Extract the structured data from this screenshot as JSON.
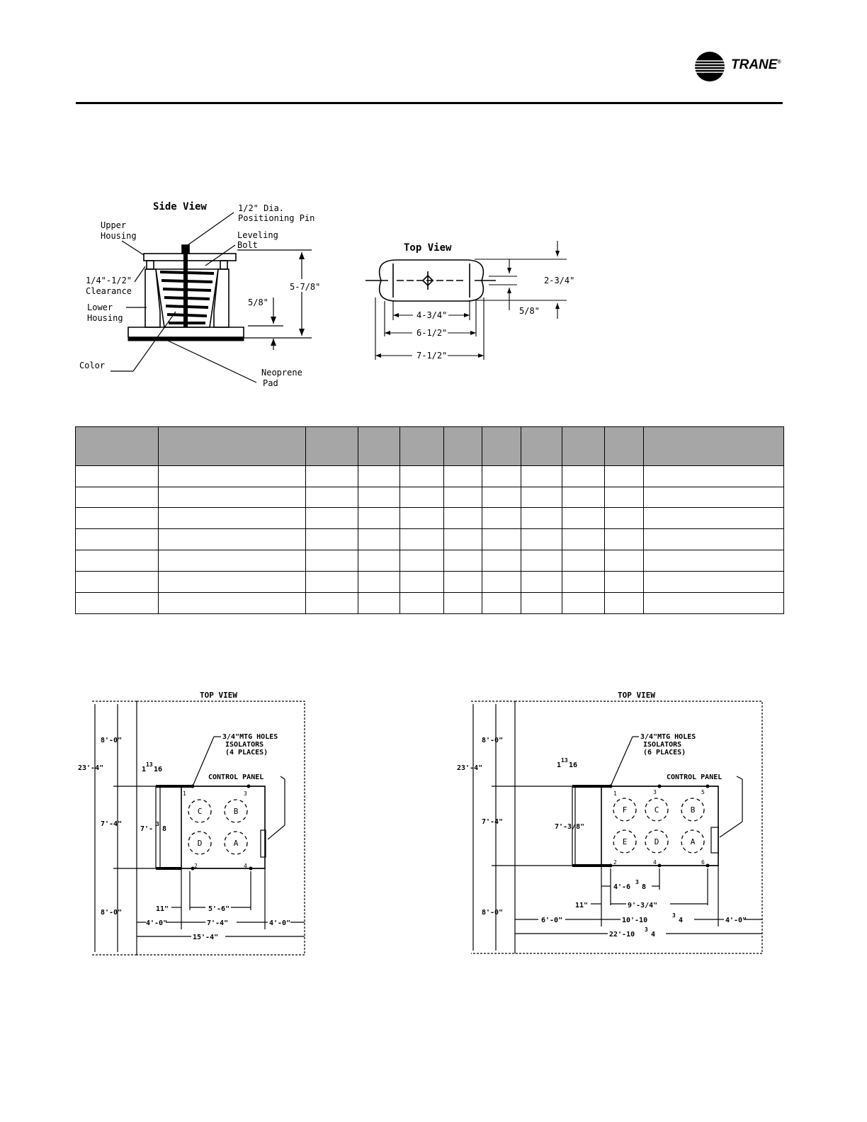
{
  "header": {
    "brand": "TRANE",
    "trademark": "®"
  },
  "isolator": {
    "side_view": {
      "title": "Side View",
      "labels": {
        "pin_1": "1/2\" Dia.",
        "pin_2": "Positioning Pin",
        "leveling_1": "Leveling",
        "leveling_2": "Bolt",
        "upper_1": "Upper",
        "upper_2": "Housing",
        "clearance_1": "1/4\"-1/2\"",
        "clearance_2": "Clearance",
        "lower_1": "Lower",
        "lower_2": "Housing",
        "color": "Color",
        "pad_1": "Neoprene",
        "pad_2": "Pad",
        "dim_height": "5-7/8\"",
        "dim_base": "5/8\""
      }
    },
    "top_view": {
      "title": "Top View",
      "dims": {
        "width_inner": "4-3/4\"",
        "width_mid": "6-1/2\"",
        "width_outer": "7-1/2\"",
        "depth": "2-3/4\"",
        "slot": "5/8\""
      }
    }
  },
  "table": {
    "columns": 11,
    "body_rows": 7
  },
  "layout_4": {
    "title": "TOP VIEW",
    "holes_1": "3/4\"MTG HOLES",
    "holes_2": "ISOLATORS",
    "holes_3": "(4 PLACES)",
    "control_panel": "CONTROL PANEL",
    "compressors": [
      "C",
      "B",
      "D",
      "A"
    ],
    "points": [
      "1",
      "2",
      "3",
      "4"
    ],
    "dims": {
      "total_h": "23'-4\"",
      "top": "8'-0\"",
      "mid": "7'-4\"",
      "bottom": "8'-0\"",
      "offset_w": "1",
      "offset_num": "13",
      "offset_den": "16",
      "hole_span_a": "7'-",
      "hole_span_num": "3",
      "hole_span_den": "8",
      "eleven": "11\"",
      "span_56": "5'-6\"",
      "left": "4'-0\"",
      "unit": "7'-4\"",
      "right": "4'-0\"",
      "overall": "15'-4\""
    }
  },
  "layout_6": {
    "title": "TOP VIEW",
    "holes_1": "3/4\"MTG HOLES",
    "holes_2": "ISOLATORS",
    "holes_3": "(6 PLACES)",
    "control_panel": "CONTROL PANEL",
    "compressors": [
      "F",
      "C",
      "B",
      "E",
      "D",
      "A"
    ],
    "points": [
      "1",
      "3",
      "5",
      "2",
      "4",
      "6"
    ],
    "dims": {
      "total_h": "23'-4\"",
      "top": "8'-0\"",
      "mid": "7'-4\"",
      "bottom": "8'-0\"",
      "offset_w": "1",
      "offset_num": "13",
      "offset_den": "16",
      "hole_span": "7'-3/8\"",
      "span_4": "4'-6",
      "span_4_num": "3",
      "span_4_den": "8",
      "eleven": "11\"",
      "span_9": "9'-3/4\"",
      "left": "6'-0\"",
      "unit": "10'-10",
      "unit_num": "3",
      "unit_den": "4",
      "right": "4'-0\"",
      "overall": "22'-10",
      "overall_num": "3",
      "overall_den": "4"
    }
  }
}
